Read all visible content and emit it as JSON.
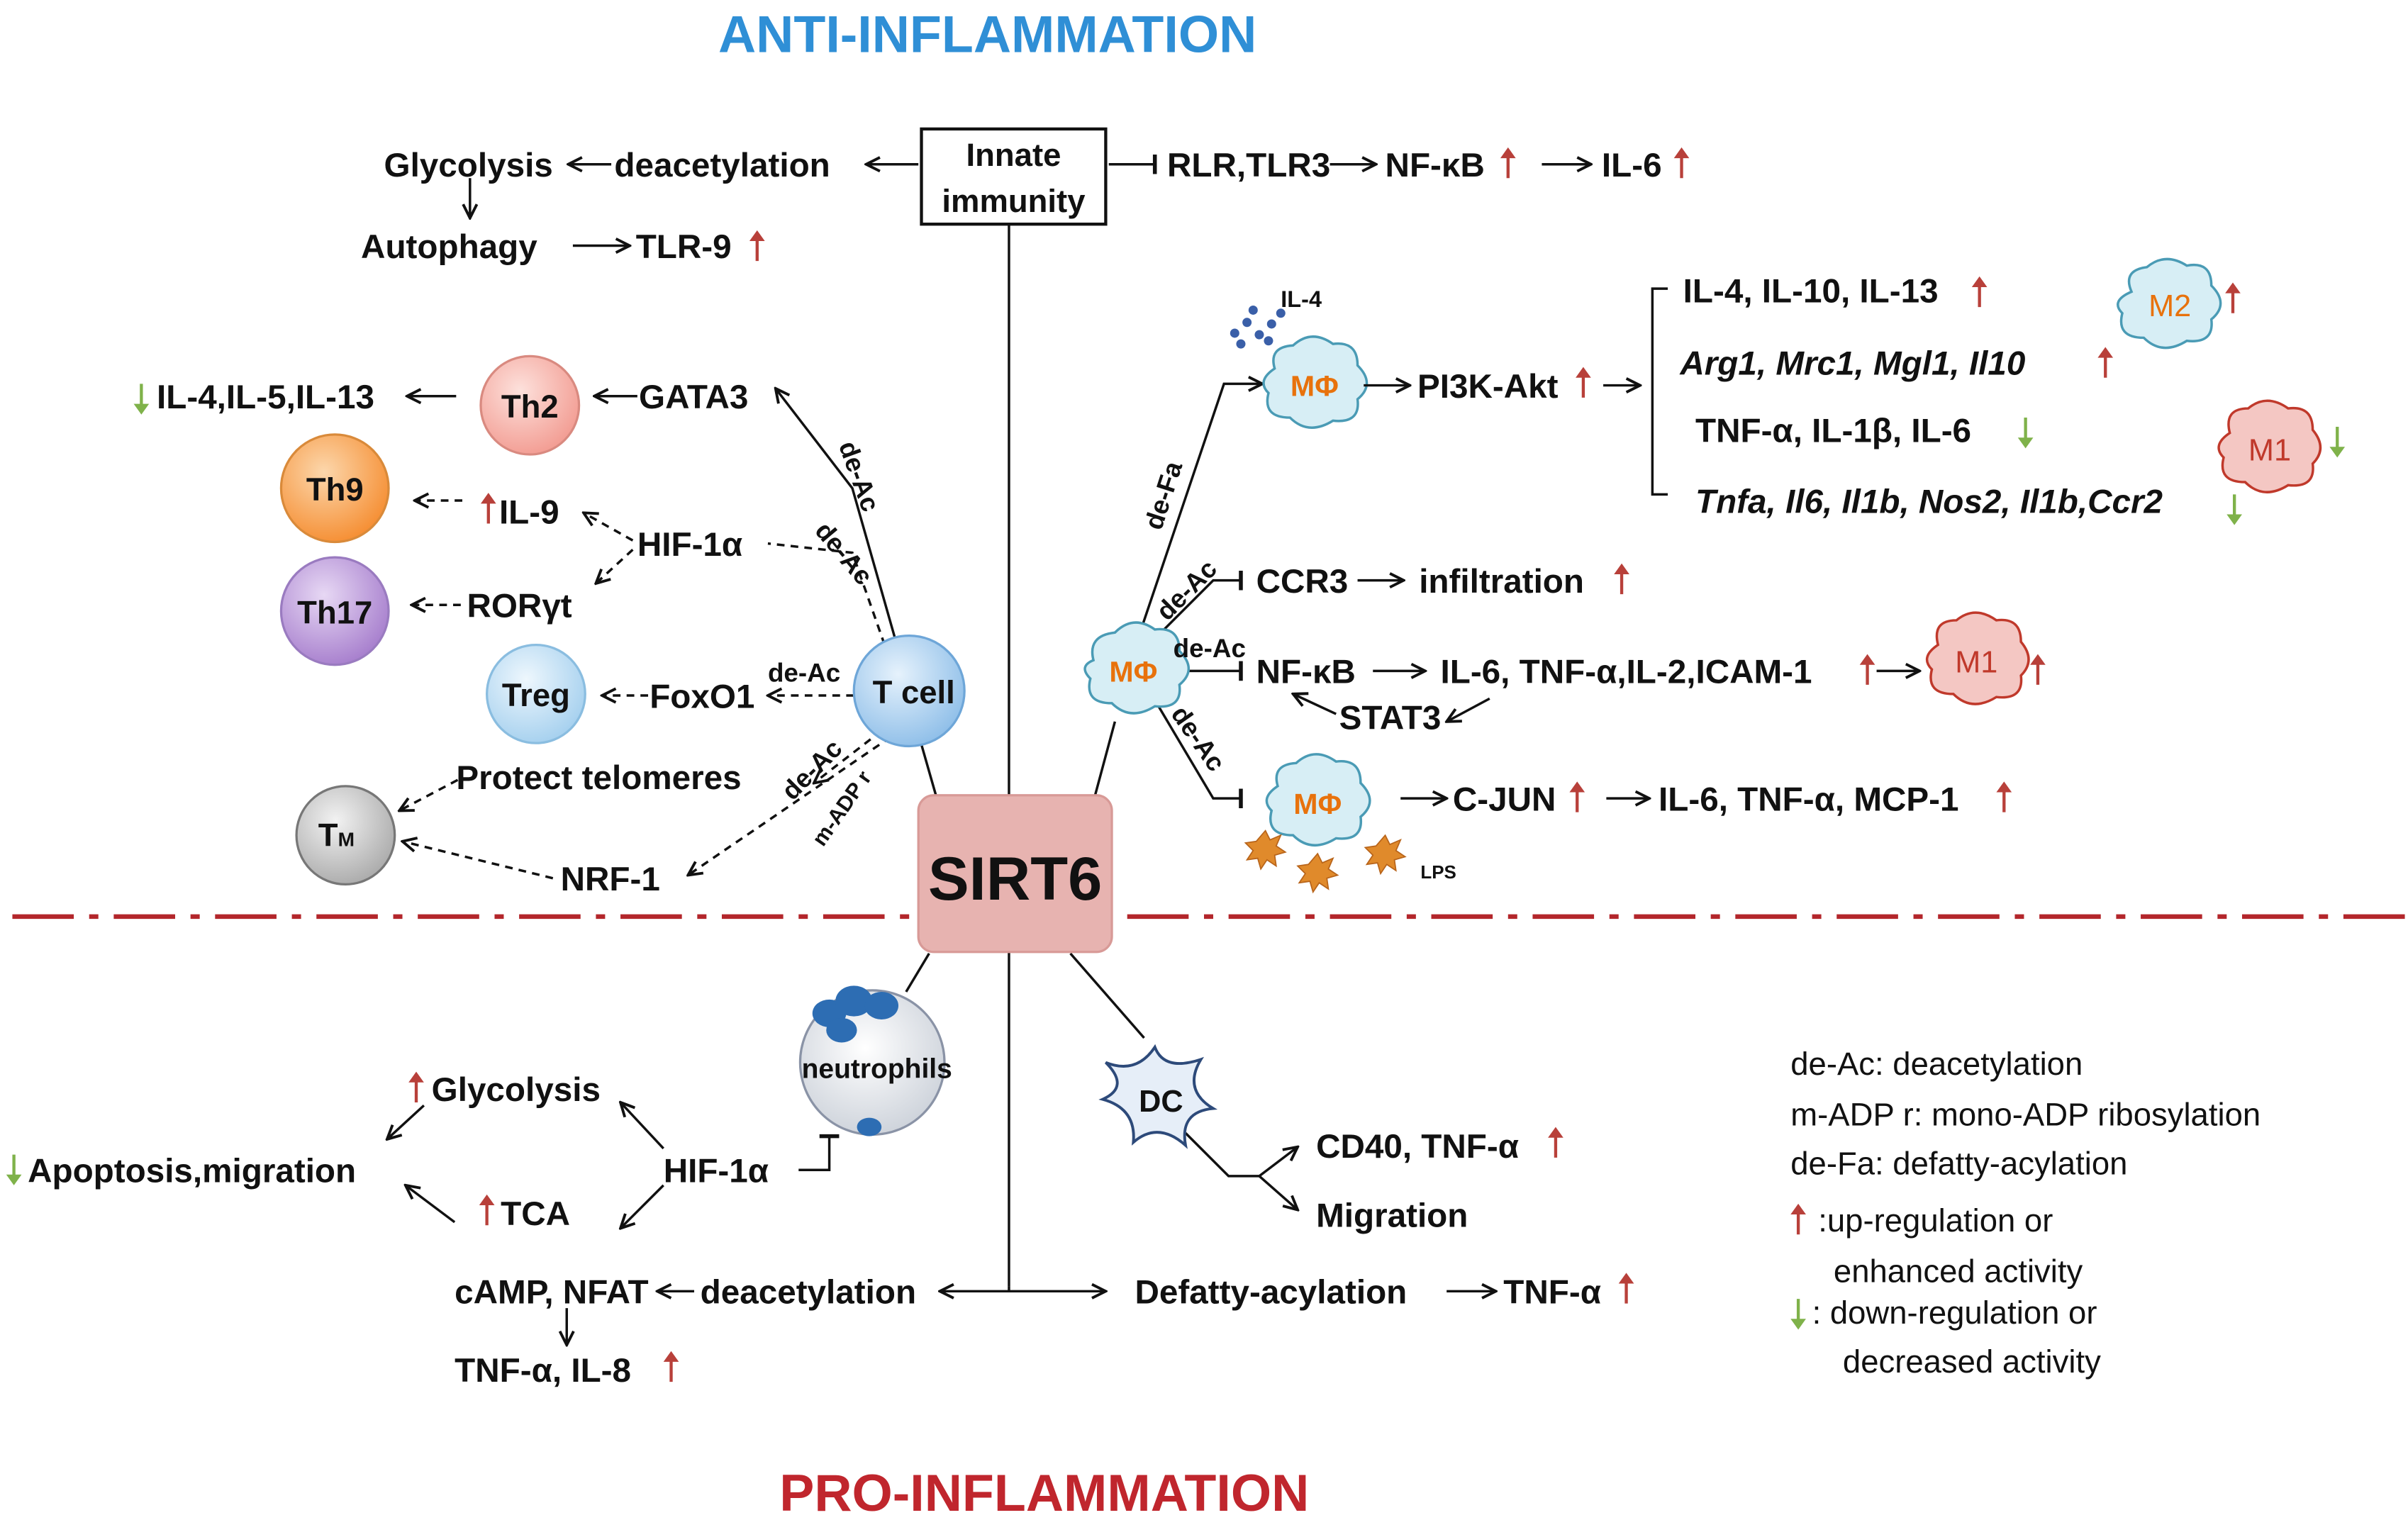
{
  "titles": {
    "top": "ANTI-INFLAMMATION",
    "bottom": "PRO-INFLAMMATION"
  },
  "center": {
    "label": "SIRT6"
  },
  "innate": {
    "box": [
      "Innate",
      "immunity"
    ],
    "glycolysis": "Glycolysis",
    "deacetylation": "deacetylation",
    "autophagy": "Autophagy",
    "tlr9": "TLR-9",
    "rlr": "RLR,TLR3",
    "nfkb": "NF-κB",
    "il6": "IL-6"
  },
  "tcell": {
    "tcell": "T cell",
    "th2": "Th2",
    "th9": "Th9",
    "th17": "Th17",
    "treg": "Treg",
    "tm_main": "T",
    "tm_sub": "M",
    "gata3": "GATA3",
    "il_4_5_13": "IL-4,IL-5,IL-13",
    "il9": "IL-9",
    "hif1a": "HIF-1α",
    "rorgt": "RORγt",
    "foxo1": "FoxO1",
    "protect": "Protect telomeres",
    "nrf1": "NRF-1",
    "deac_a": "de-Ac",
    "deac_b": "de-Ac",
    "deac_c": "de-Ac",
    "deac_d": "de-Ac",
    "madpr": "m-ADP r"
  },
  "macrophage": {
    "mphi": "MΦ",
    "il4": "IL-4",
    "pi3k": "PI3K-Akt",
    "defa": "de-Fa",
    "deac_ccr3": "de-Ac",
    "deac_nfkb": "de-Ac",
    "deac_cjun": "de-Ac",
    "m2_line1": "IL-4, IL-10, IL-13",
    "m2_line2": "Arg1, Mrc1,  Mgl1, Il10",
    "m1_line1": "TNF-α, IL-1β,  IL-6",
    "m1_line2": "Tnfa, Il6, Il1b, Nos2,  Il1b,Ccr2",
    "m2": "M2",
    "m1": "M1",
    "ccr3": "CCR3",
    "infiltration": "infiltration",
    "nfkb": "NF-κB",
    "nfkb_targets": "IL-6, TNF-α,IL-2,ICAM-1",
    "stat3": "STAT3",
    "cjun": "C-JUN",
    "cjun_targets": "IL-6, TNF-α, MCP-1",
    "lps": "LPS"
  },
  "pro": {
    "neutrophils": "neutrophils",
    "glycolysis": "Glycolysis",
    "apoptosis": "Apoptosis,migration",
    "tca": "TCA",
    "hif1a": "HIF-1α",
    "dc": "DC",
    "cd40": "CD40, TNF-α",
    "migration": "Migration",
    "camp": "cAMP, NFAT",
    "deacetylation": "deacetylation",
    "tnf_il8": "TNF-α, IL-8",
    "defatty": "Defatty-acylation",
    "tnf": "TNF-α"
  },
  "legend": {
    "deac": "de-Ac: deacetylation",
    "madpr": "m-ADP r: mono-ADP ribosylation",
    "defa": "de-Fa: defatty-acylation",
    "up1": ":up-regulation or",
    "up2": "enhanced activity",
    "down1": ": down-regulation or",
    "down2": "decreased activity"
  },
  "colors": {
    "up_arrow": "#b8403a",
    "down_arrow": "#7fb24a",
    "title_top": "#2f8fd6",
    "title_bottom": "#c0262d",
    "sirt6_box": "#e7b3b0",
    "dashdot_line": "#b3262b",
    "th2": "#f6b1a9",
    "th9": "#f7a55a",
    "th17": "#b896d6",
    "treg": "#b8daf0",
    "tm": "#c8c8c8",
    "tcell": "#a9d0f2",
    "macrophage": "#d7eef5",
    "m1": "#f4c7c3",
    "lps": "#e08a2b"
  },
  "icons": {
    "up": "up-arrow-icon",
    "down": "down-arrow-icon"
  }
}
